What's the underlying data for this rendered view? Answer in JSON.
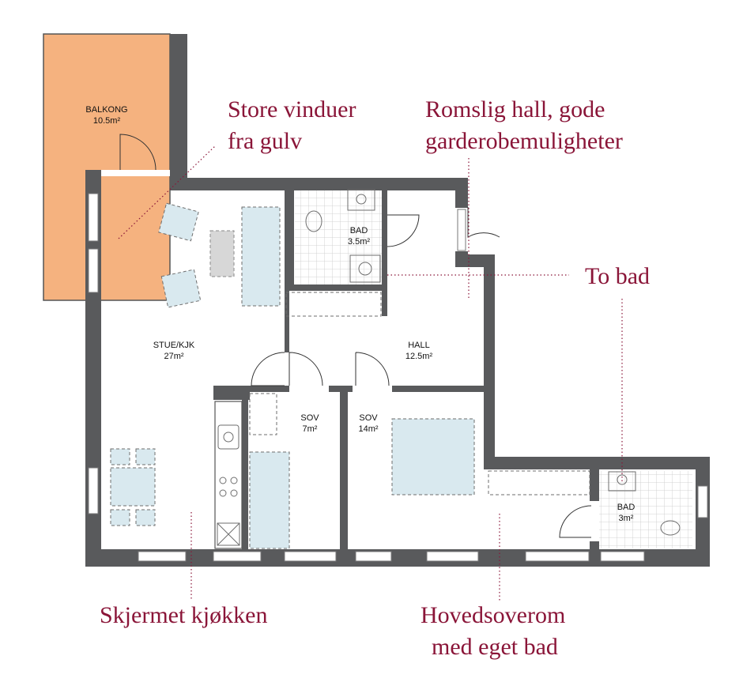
{
  "rooms": {
    "balkong": {
      "name": "BALKONG",
      "area": "10.5m²",
      "color": "#f5b27f"
    },
    "stue": {
      "name": "STUE/KJK",
      "area": "27m²"
    },
    "bad1": {
      "name": "BAD",
      "area": "3.5m²"
    },
    "hall": {
      "name": "HALL",
      "area": "12.5m²"
    },
    "sov1": {
      "name": "SOV",
      "area": "7m²"
    },
    "sov2": {
      "name": "SOV",
      "area": "14m²"
    },
    "bad2": {
      "name": "BAD",
      "area": "3m²"
    }
  },
  "callouts": {
    "vinduer": [
      "Store vinduer",
      "fra gulv"
    ],
    "hall": [
      "Romslig hall, gode",
      "garderobemuligheter"
    ],
    "tobad": [
      "To bad"
    ],
    "kjokken": [
      "Skjermet kjøkken"
    ],
    "hovedsoverom": [
      "Hovedsoverom",
      "med eget bad"
    ]
  },
  "colors": {
    "accent": "#8a1538",
    "wall": "#595a5c",
    "furniture": "#d9e9ef",
    "balcony": "#f5b27f"
  }
}
